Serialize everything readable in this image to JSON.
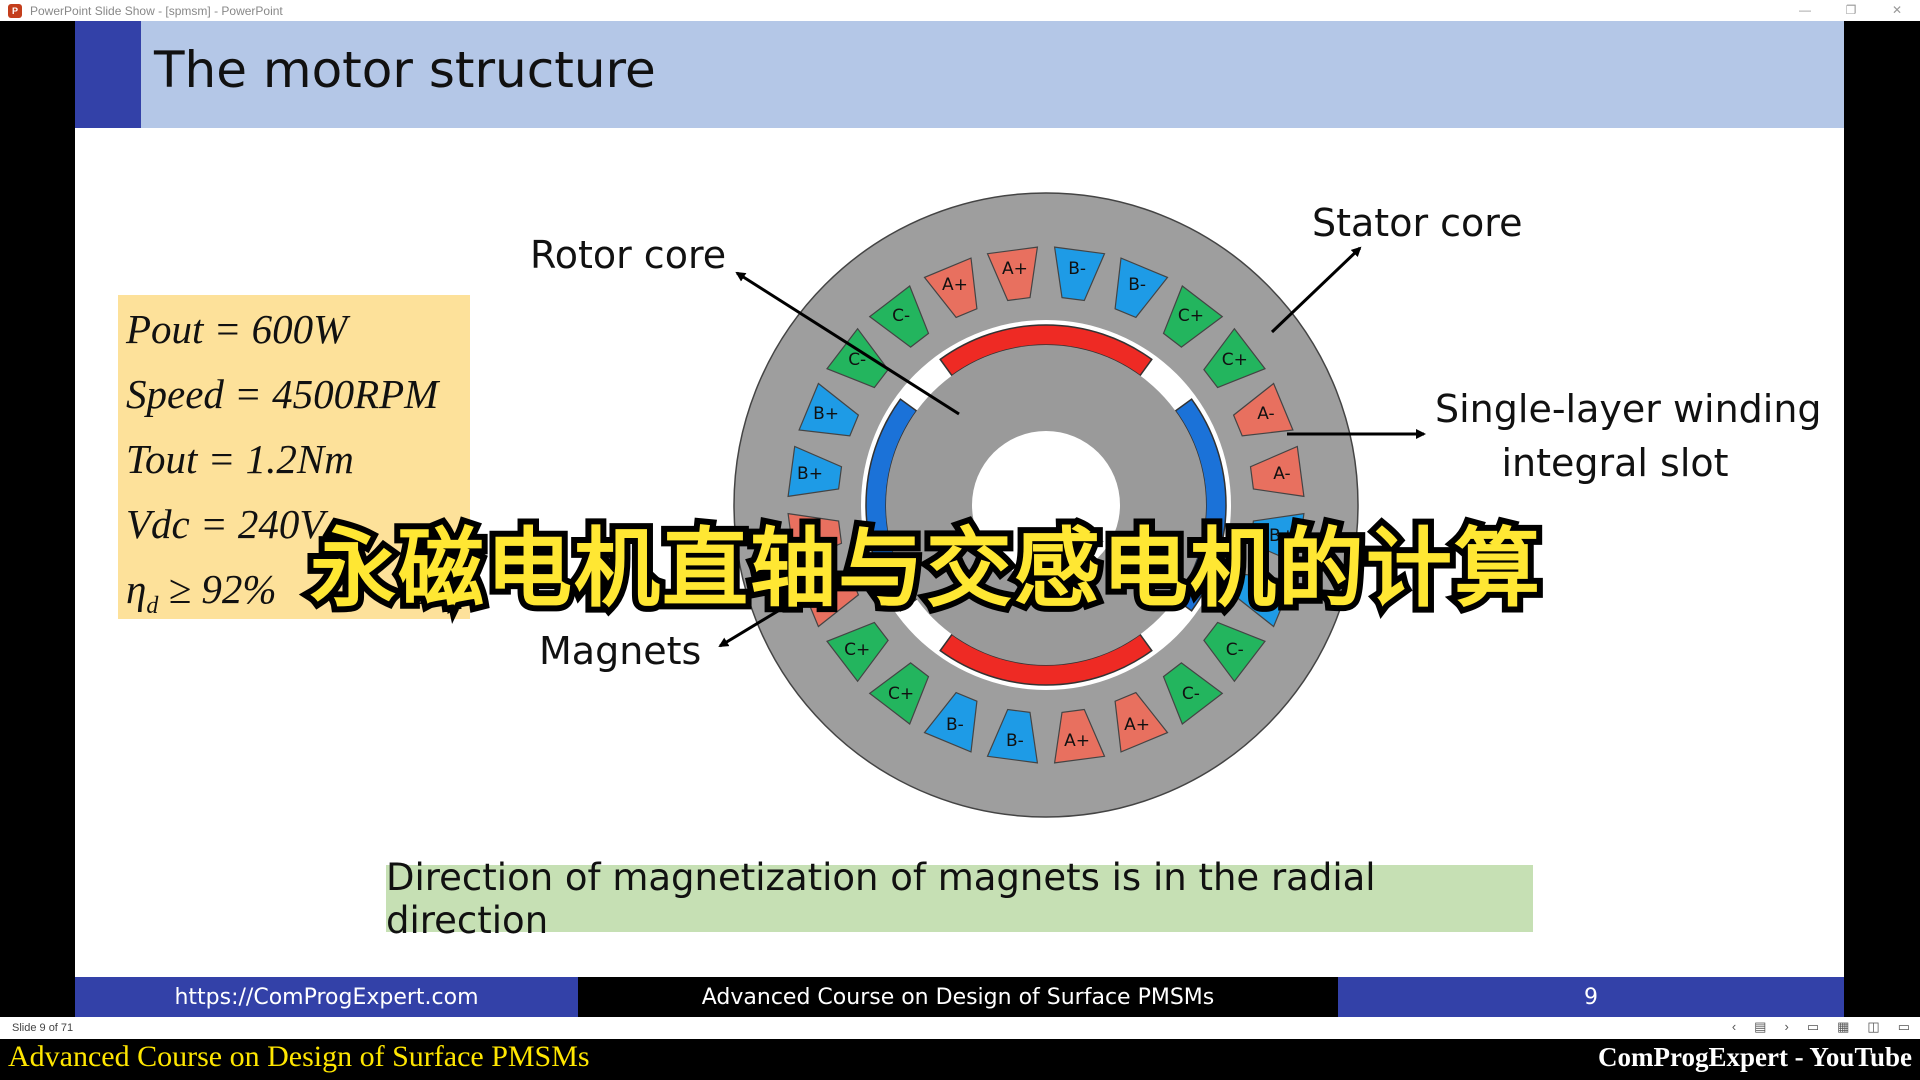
{
  "window": {
    "title": "PowerPoint Slide Show - [spmsm] - PowerPoint",
    "icon": "powerpoint-icon",
    "controls": [
      "minimize-icon",
      "restore-icon",
      "close-icon"
    ]
  },
  "slide": {
    "title": "The motor structure",
    "params": {
      "pout": "Pout = 600W",
      "speed": "Speed = 4500RPM",
      "tout": "Tout = 1.2Nm",
      "vdc": "Vdc = 240V",
      "eta_symbol": "η",
      "eta_sub": "d",
      "eta_value": " ≥ 92%"
    },
    "labels": {
      "rotor_core": "Rotor core",
      "stator_core": "Stator core",
      "winding_line1": "Single-layer winding",
      "winding_line2": "integral slot",
      "magnets": "Magnets"
    },
    "note": "Direction of magnetization of magnets is in the radial direction",
    "slot_labels": [
      "A+",
      "B-",
      "B-",
      "C+",
      "C+",
      "A-",
      "A-",
      "B+",
      "B+",
      "C-",
      "C-",
      "A+",
      "A+",
      "B-",
      "B-",
      "C+",
      "C+",
      "A-",
      "A-",
      "B+",
      "B+",
      "C-",
      "C-",
      "A+"
    ],
    "colors": {
      "A": "#e8705f",
      "B": "#1e9be6",
      "C": "#23b55e",
      "magnet_red": "#ee2a24",
      "magnet_blue": "#1b72d8",
      "stator": "#9e9e9e",
      "rotor": "#9a9a9a",
      "title_band": "#b4c7e7",
      "accent": "#3341a8",
      "param_box": "#fde19a",
      "note_box": "#c6e0b4"
    },
    "footer": {
      "url": "https://ComProgExpert.com",
      "course": "Advanced Course on Design of Surface PMSMs",
      "page": "9"
    }
  },
  "overlay": {
    "subtitle": "永磁电机直轴与交感电机的计算"
  },
  "statusbar": {
    "slide_count": "Slide 9 of 71",
    "controls": [
      "prev-icon",
      "menu-icon",
      "next-icon",
      "normal-view-icon",
      "sorter-view-icon",
      "reading-view-icon",
      "slideshow-icon"
    ]
  },
  "watermark": {
    "left": "Advanced Course on Design of Surface PMSMs",
    "right": "ComProgExpert - YouTube"
  }
}
